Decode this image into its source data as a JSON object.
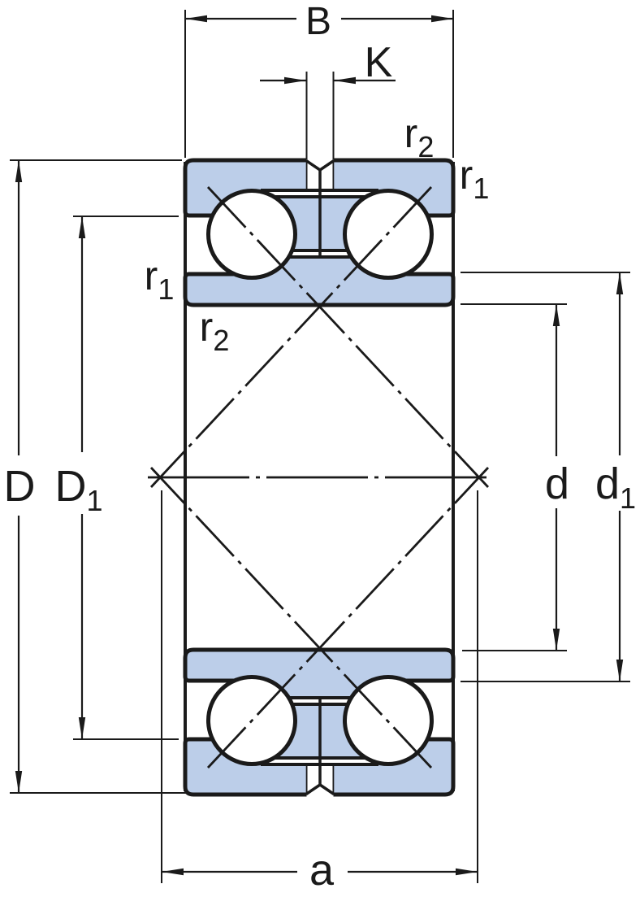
{
  "title": "Angular contact ball bearing pair — cross-section dimension drawing",
  "colors": {
    "ring_fill": "#bccee9",
    "line": "#1a1a1a",
    "ball_fill": "#ffffff",
    "background": "#ffffff"
  },
  "labels": {
    "width_B": {
      "main": "B"
    },
    "gap_K": {
      "main": "K"
    },
    "outside_diameter_D": {
      "main": "D"
    },
    "outer_shoulder_D1": {
      "main": "D",
      "sub": "1"
    },
    "bore_d": {
      "main": "d"
    },
    "inner_shoulder_d1": {
      "main": "d",
      "sub": "1"
    },
    "pressure_center_distance_a": {
      "main": "a"
    },
    "chamfer_r2_top_right": {
      "main": "r",
      "sub": "2"
    },
    "chamfer_r1_right": {
      "main": "r",
      "sub": "1"
    },
    "chamfer_r1_left": {
      "main": "r",
      "sub": "1"
    },
    "chamfer_r2_left": {
      "main": "r",
      "sub": "2"
    }
  }
}
